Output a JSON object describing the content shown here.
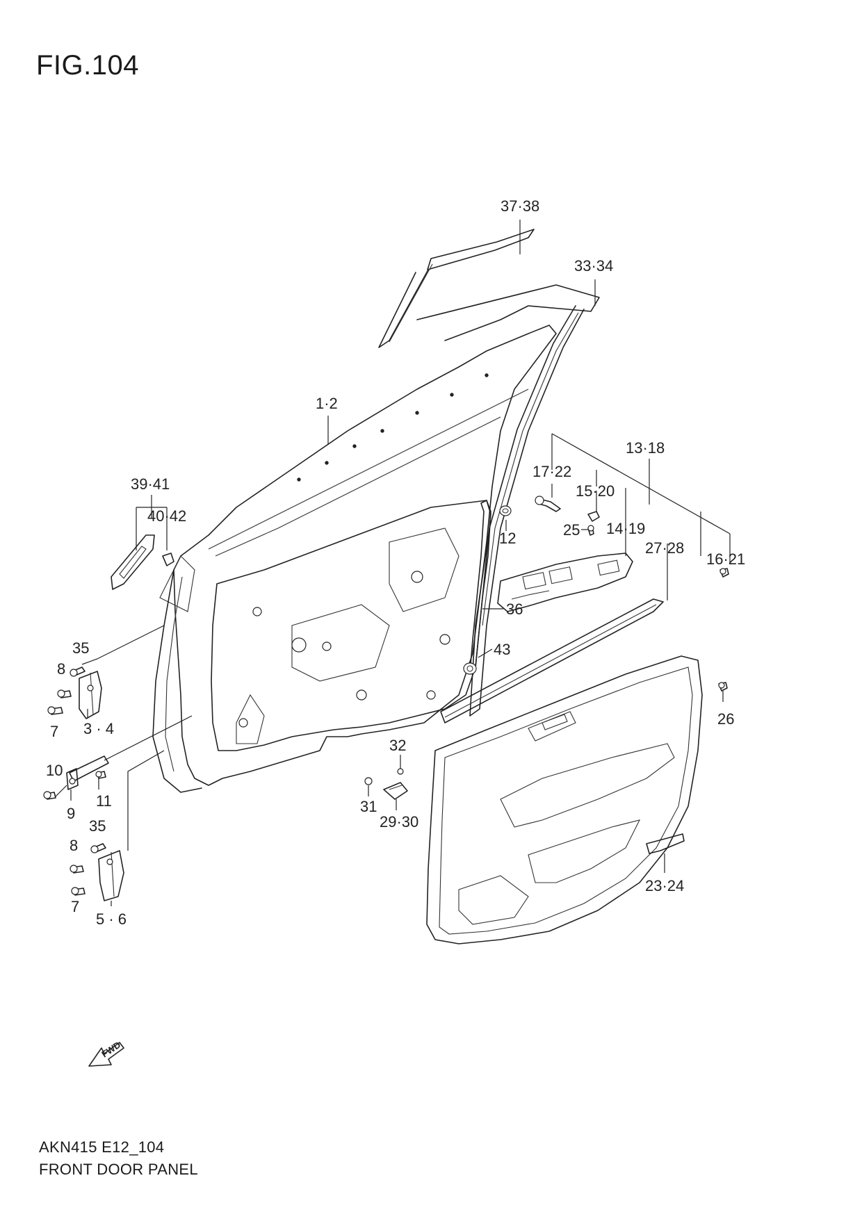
{
  "header": {
    "figure_title": "FIG.104"
  },
  "footer": {
    "code": "AKN415 E12_104",
    "name": "FRONT DOOR PANEL"
  },
  "fwd_label": "FWD",
  "callouts": {
    "c37_38": "37·38",
    "c33_34": "33·34",
    "c1_2": "1·2",
    "c13_18": "13·18",
    "c17_22": "17·22",
    "c15_20": "15·20",
    "c14_19": "14·19",
    "c25": "25",
    "c39_41": "39·41",
    "c40_42": "40·42",
    "c12": "12",
    "c27_28": "27·28",
    "c16_21": "16·21",
    "c36": "36",
    "c43": "43",
    "c35_upper": "35",
    "c8_upper": "8",
    "c7_upper": "7",
    "c3_4": "3 · 4",
    "c26": "26",
    "c32": "32",
    "c10": "10",
    "c11": "11",
    "c9": "9",
    "c31": "31",
    "c29_30": "29·30",
    "c35_lower": "35",
    "c8_lower": "8",
    "c7_lower": "7",
    "c5_6": "5 · 6",
    "c23_24": "23·24"
  }
}
